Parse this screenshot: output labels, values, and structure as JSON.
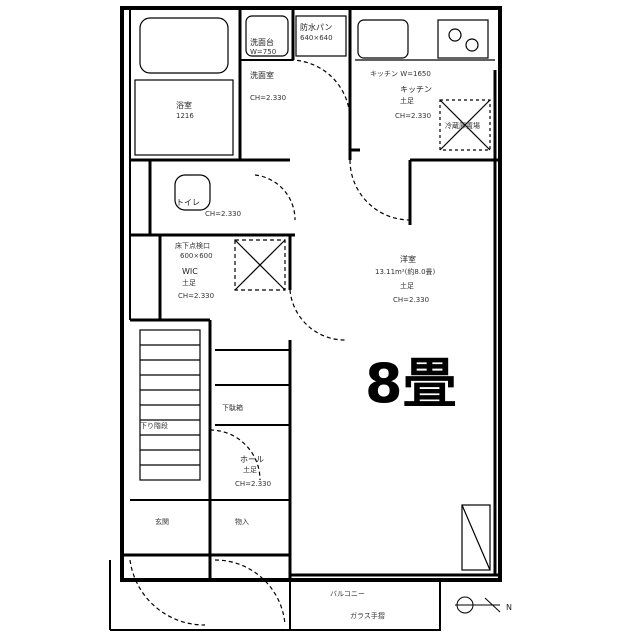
{
  "headline": "8畳",
  "rooms": {
    "bathroom": {
      "name": "浴室",
      "size": "1216"
    },
    "washroom": {
      "name": "洗面室",
      "ceiling": "CH=2.330"
    },
    "vanity": {
      "name": "洗面台",
      "size": "W=750"
    },
    "washer_pan": {
      "name": "防水パン",
      "size": "640×640"
    },
    "kitchen": {
      "name": "キッチン",
      "floor": "土足",
      "ceiling": "CH=2.330",
      "width": "キッチン W=1650"
    },
    "range_hood": "冷蔵庫置場",
    "toilet": {
      "name": "トイレ",
      "ceiling": "CH=2.330"
    },
    "wic": {
      "name": "WIC",
      "floor": "土足",
      "ceiling": "CH=2.330",
      "hatch": "床下点検口",
      "hatch_size": "600×600"
    },
    "western": {
      "name": "洋室",
      "area": "13.11m²(約8.0畳)",
      "floor": "土足",
      "ceiling": "CH=2.330"
    },
    "stairs": "下り階段",
    "hall": {
      "name": "ホール",
      "floor": "土足",
      "ceiling": "CH=2.330"
    },
    "storage_small": "下駄箱",
    "balcony": {
      "name": "バルコニー",
      "note": "ガラス手摺"
    },
    "lower_left": "玄関",
    "lower_right": "物入"
  },
  "compass": "N"
}
